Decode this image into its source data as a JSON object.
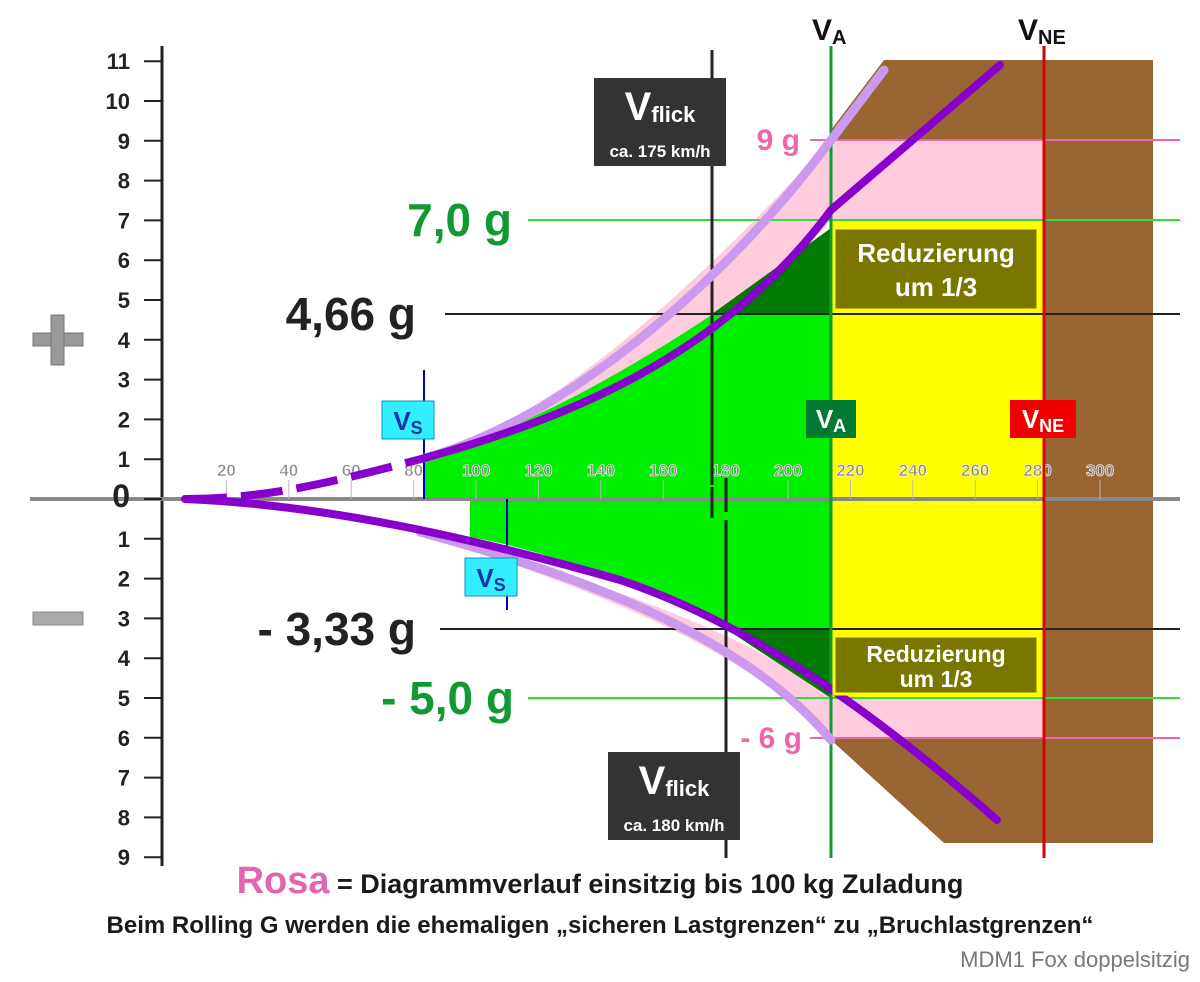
{
  "chart_data": {
    "type": "area",
    "y_axis_ticks_positive": [
      "11",
      "10",
      "9",
      "8",
      "7",
      "6",
      "5",
      "4",
      "3",
      "2",
      "1"
    ],
    "y_axis_zero": "0",
    "y_axis_ticks_negative": [
      "1",
      "2",
      "3",
      "4",
      "5",
      "6",
      "7",
      "8",
      "9"
    ],
    "x_axis_ticks": [
      "20",
      "40",
      "60",
      "80",
      "100",
      "120",
      "140",
      "160",
      "180",
      "200",
      "220",
      "240",
      "260",
      "280",
      "300"
    ],
    "sign_positive": "+",
    "sign_negative": "−",
    "ylim": [
      -9,
      11
    ],
    "xlim": [
      0,
      320
    ],
    "speeds": {
      "vs_positive": 83,
      "vs_negative": 110,
      "vflick_positive": 175,
      "vflick_negative": 180,
      "va": 215,
      "vne": 282
    },
    "levels": {
      "nine_g": 9,
      "seven_g": 7,
      "limit_pos": 4.66,
      "limit_neg": -3.33,
      "minus_five_g": -5,
      "minus_six_g": -6
    },
    "labels": {
      "va_top_main": "V",
      "va_top_sub": "A",
      "vne_top_main": "V",
      "vne_top_sub": "NE",
      "vflick_top_main": "V",
      "vflick_top_sub": "flick",
      "vflick_top_speed": "ca. 175 km/h",
      "vflick_bottom_main": "V",
      "vflick_bottom_sub": "flick",
      "vflick_bottom_speed": "ca. 180 km/h",
      "nine_g": "9 g",
      "seven_g": "7,0 g",
      "limit_pos": "4,66 g",
      "limit_neg": "- 3,33 g",
      "minus_five_g": "- 5,0 g",
      "minus_six_g": "- 6 g",
      "reduction_top_line1": "Reduzierung",
      "reduction_top_line2": "um 1/3",
      "reduction_bottom_line1": "Reduzierung",
      "reduction_bottom_line2": "um 1/3",
      "vs_main": "V",
      "vs_sub": "S",
      "va_mid_main": "V",
      "va_mid_sub": "A",
      "vne_mid_main": "V",
      "vne_mid_sub": "NE"
    },
    "colors": {
      "safe_green": "#00ee00",
      "yellow": "#ffff00",
      "pink": "#ffccdd",
      "brown": "#996633",
      "dark_green": "#007a00",
      "purple": "#8800cc",
      "light_purple": "#cc99ee",
      "olive": "#7a7600",
      "va_line": "#119933",
      "vne_line": "#dd0000",
      "g_green_line": "#33dd33",
      "pink_line": "#ee66aa",
      "vs_box": "#33eeff"
    }
  },
  "caption": {
    "rosa_word": "Rosa",
    "line1_rest": " = Diagrammverlauf einsitzig bis 100 kg Zuladung",
    "line2": "Beim Rolling G werden die ehemaligen „sicheren Lastgrenzen“ zu „Bruchlastgrenzen“"
  },
  "credit": "MDM1 Fox doppelsitzig"
}
